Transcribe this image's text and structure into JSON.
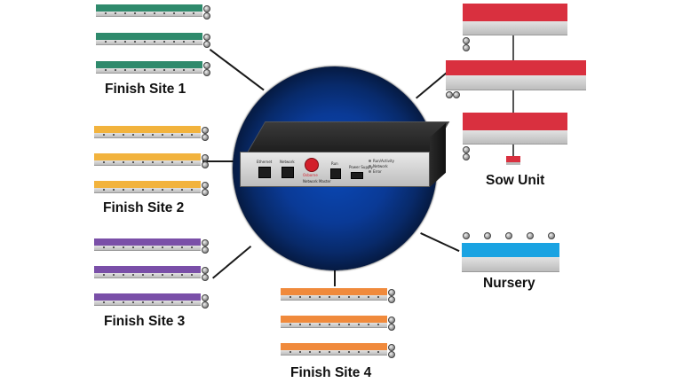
{
  "diagram": {
    "colors": {
      "finish_site_1": "#2f8a6c",
      "finish_site_2": "#f2b33d",
      "finish_site_3": "#7a4fa8",
      "finish_site_4": "#f08a3c",
      "sow_unit": "#d9303f",
      "nursery": "#1aa3e2",
      "hub_background": "#0a3a96"
    },
    "nodes": [
      {
        "id": "finish-site-1",
        "label": "Finish Site 1",
        "barns": 3
      },
      {
        "id": "finish-site-2",
        "label": "Finish Site 2",
        "barns": 3
      },
      {
        "id": "finish-site-3",
        "label": "Finish Site 3",
        "barns": 3
      },
      {
        "id": "finish-site-4",
        "label": "Finish Site 4",
        "barns": 3
      },
      {
        "id": "sow-unit",
        "label": "Sow Unit",
        "barns": 3
      },
      {
        "id": "nursery",
        "label": "Nursery",
        "barns": 1
      }
    ],
    "hub": {
      "name": "network-master",
      "device_text": "Network Master",
      "brand_text": "Osborne",
      "port_labels": [
        "Ethernet",
        "Network",
        "Run",
        "Power Supply"
      ],
      "indicator_labels": [
        "Run/Activity",
        "Network",
        "Error"
      ]
    }
  }
}
